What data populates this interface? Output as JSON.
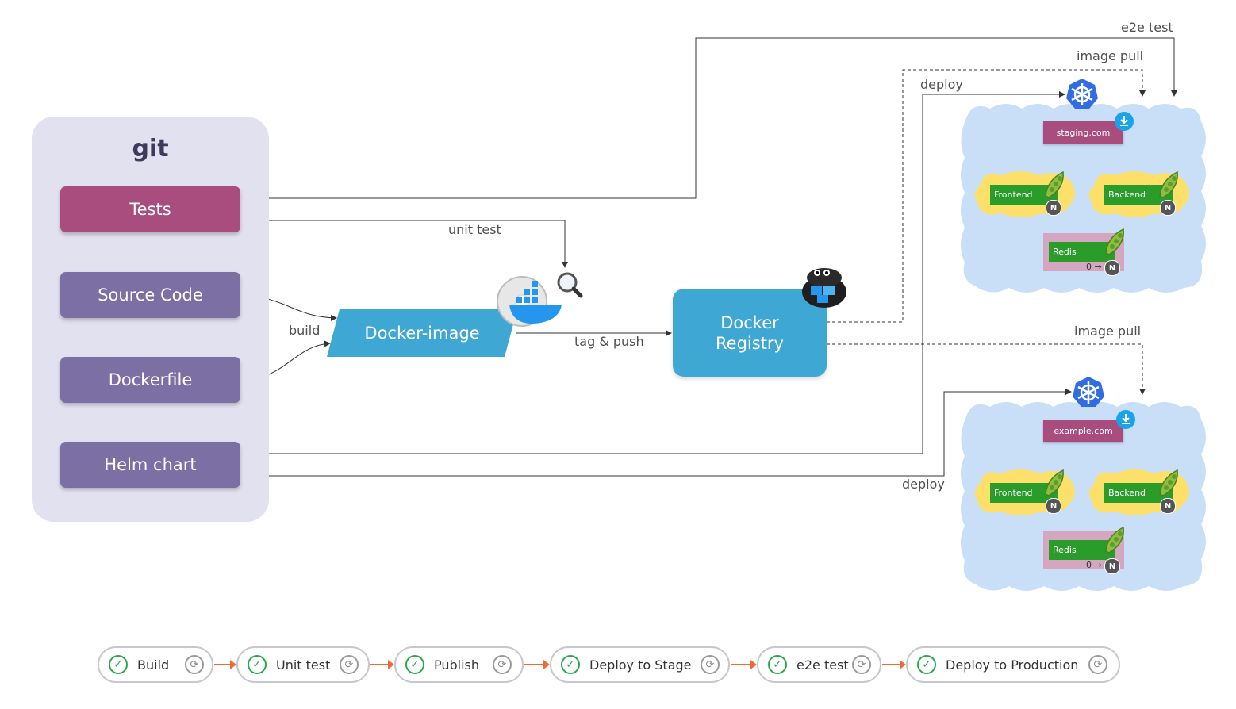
{
  "git": {
    "title": "git",
    "items": [
      {
        "label": "Tests",
        "color": "#a94c7e"
      },
      {
        "label": "Source Code",
        "color": "#7b6fa3"
      },
      {
        "label": "Dockerfile",
        "color": "#7b6fa3"
      },
      {
        "label": "Helm chart",
        "color": "#7b6fa3"
      }
    ]
  },
  "nodes": {
    "docker_image": "Docker-image",
    "registry_line1": "Docker",
    "registry_line2": "Registry"
  },
  "edge_labels": {
    "e2e_test": "e2e test",
    "image_pull_top": "image pull",
    "deploy_top": "deploy",
    "unit_test": "unit test",
    "build": "build",
    "tag_push": "tag & push",
    "image_pull_bottom": "image pull",
    "deploy_bottom": "deploy"
  },
  "clusters": {
    "staging": {
      "domain": "staging.com",
      "frontend": "Frontend",
      "backend": "Backend",
      "redis": "Redis",
      "node_badge": "N",
      "scale_label": "0 →"
    },
    "production": {
      "domain": "example.com",
      "frontend": "Frontend",
      "backend": "Backend",
      "redis": "Redis",
      "node_badge": "N",
      "scale_label": "0 →"
    }
  },
  "pipeline": {
    "steps": [
      {
        "label": "Build",
        "status_icon": "check-icon",
        "action_icon": "retry-icon"
      },
      {
        "label": "Unit test",
        "status_icon": "check-icon",
        "action_icon": "retry-icon"
      },
      {
        "label": "Publish",
        "status_icon": "check-icon",
        "action_icon": "retry-icon"
      },
      {
        "label": "Deploy to Stage",
        "status_icon": "check-icon",
        "action_icon": "retry-icon"
      },
      {
        "label": "e2e test",
        "status_icon": "check-icon",
        "action_icon": "retry-icon"
      },
      {
        "label": "Deploy to Production",
        "status_icon": "check-icon",
        "action_icon": "retry-icon"
      }
    ]
  },
  "colors": {
    "git_panel": "#e2e1f0",
    "tests": "#a94c7e",
    "source_items": "#7b6fa3",
    "docker_blue": "#3fa7d3",
    "cloud": "#c9def7",
    "blob_yellow": "#fce06a",
    "service_green": "#2a9c2a",
    "domain_badge": "#a94c7e",
    "success": "#2aa84a",
    "pipeline_arrow": "#f06a35"
  }
}
